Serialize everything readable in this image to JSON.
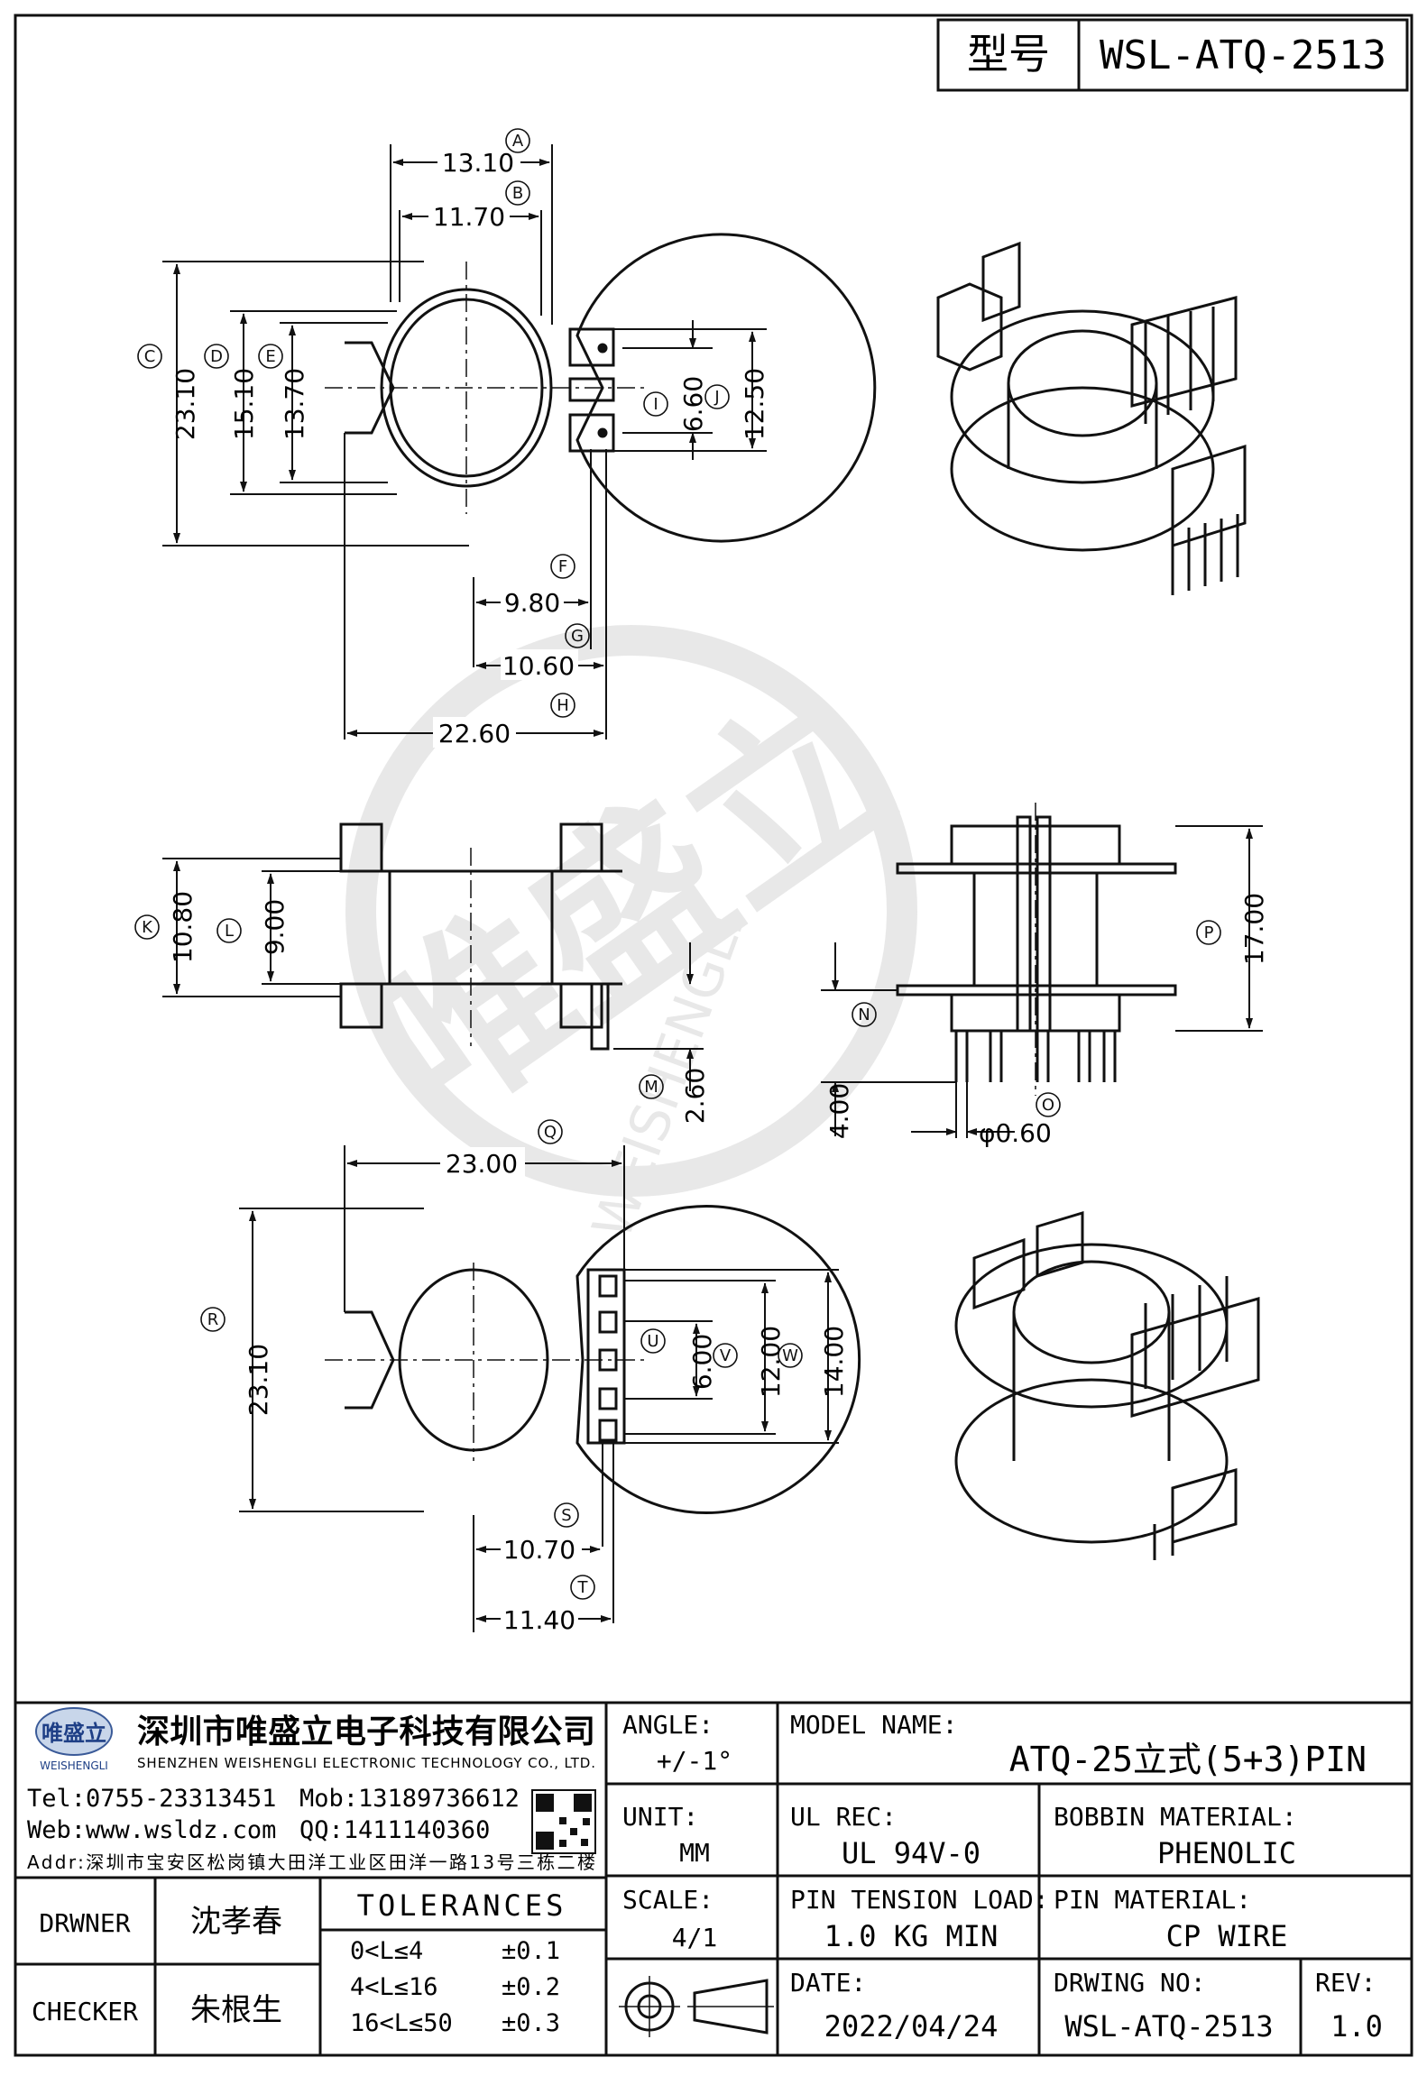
{
  "header": {
    "type_label": "型号",
    "part_number": "WSL-ATQ-2513"
  },
  "dimensions": {
    "A": {
      "label": "A",
      "value": "13.10"
    },
    "B": {
      "label": "B",
      "value": "11.70"
    },
    "C": {
      "label": "C",
      "value": "23.10"
    },
    "D": {
      "label": "D",
      "value": "15.10"
    },
    "E": {
      "label": "E",
      "value": "13.70"
    },
    "F": {
      "label": "F",
      "value": "9.80"
    },
    "G": {
      "label": "G",
      "value": "10.60"
    },
    "H": {
      "label": "H",
      "value": "22.60"
    },
    "I": {
      "label": "I",
      "value": "6.60"
    },
    "J": {
      "label": "J",
      "value": "12.50"
    },
    "K": {
      "label": "K",
      "value": "10.80"
    },
    "L": {
      "label": "L",
      "value": "9.00"
    },
    "M": {
      "label": "M",
      "value": "2.60"
    },
    "N": {
      "label": "N",
      "value": "4.00"
    },
    "O": {
      "label": "O",
      "value": "φ0.60"
    },
    "P": {
      "label": "P",
      "value": "17.00"
    },
    "Q": {
      "label": "Q",
      "value": "23.00"
    },
    "R": {
      "label": "R",
      "value": "23.10"
    },
    "S": {
      "label": "S",
      "value": "10.70"
    },
    "T": {
      "label": "T",
      "value": "11.40"
    },
    "U": {
      "label": "U",
      "value": "6.00"
    },
    "V": {
      "label": "V",
      "value": "12.00"
    },
    "W": {
      "label": "W",
      "value": "14.00"
    }
  },
  "watermark": {
    "brand": "唯盛立",
    "latin": "WEISHENGLI"
  },
  "company": {
    "logo_text": "唯盛立",
    "logo_sub": "WEISHENGLI",
    "name_cn": "深圳市唯盛立电子科技有限公司",
    "name_en": "SHENZHEN WEISHENGLI ELECTRONIC TECHNOLOGY CO., LTD.",
    "tel": "Tel:0755-23313451",
    "mob": "Mob:13189736612",
    "web": "Web:www.wsldz.com",
    "qq": "QQ:1411140360",
    "addr": "Addr:深圳市宝安区松岗镇大田洋工业区田洋一路13号三栋二楼"
  },
  "titleblock": {
    "angle_label": "ANGLE:",
    "angle_value": "+/-1°",
    "model_label": "MODEL NAME:",
    "model_value": "ATQ-25立式(5+3)PIN",
    "unit_label": "UNIT:",
    "unit_value": "MM",
    "ul_label": "UL REC:",
    "ul_value": "UL 94V-0",
    "bobbin_label": "BOBBIN MATERIAL:",
    "bobbin_value": "PHENOLIC",
    "scale_label": "SCALE:",
    "scale_value": "4/1",
    "tension_label": "PIN TENSION LOAD:",
    "tension_value": "1.0 KG MIN",
    "pin_label": "PIN MATERIAL:",
    "pin_value": "CP WIRE",
    "date_label": "DATE:",
    "date_value": "2022/04/24",
    "dwg_label": "DRWING NO:",
    "dwg_value": "WSL-ATQ-2513",
    "rev_label": "REV:",
    "rev_value": "1.0",
    "drawner_label": "DRWNER",
    "drawner_value": "沈孝春",
    "checker_label": "CHECKER",
    "checker_value": "朱根生",
    "tolerances_label": "TOLERANCES",
    "tol": [
      {
        "range": "0<L≤4",
        "value": "±0.1"
      },
      {
        "range": "4<L≤16",
        "value": "±0.2"
      },
      {
        "range": "16<L≤50",
        "value": "±0.3"
      }
    ]
  }
}
